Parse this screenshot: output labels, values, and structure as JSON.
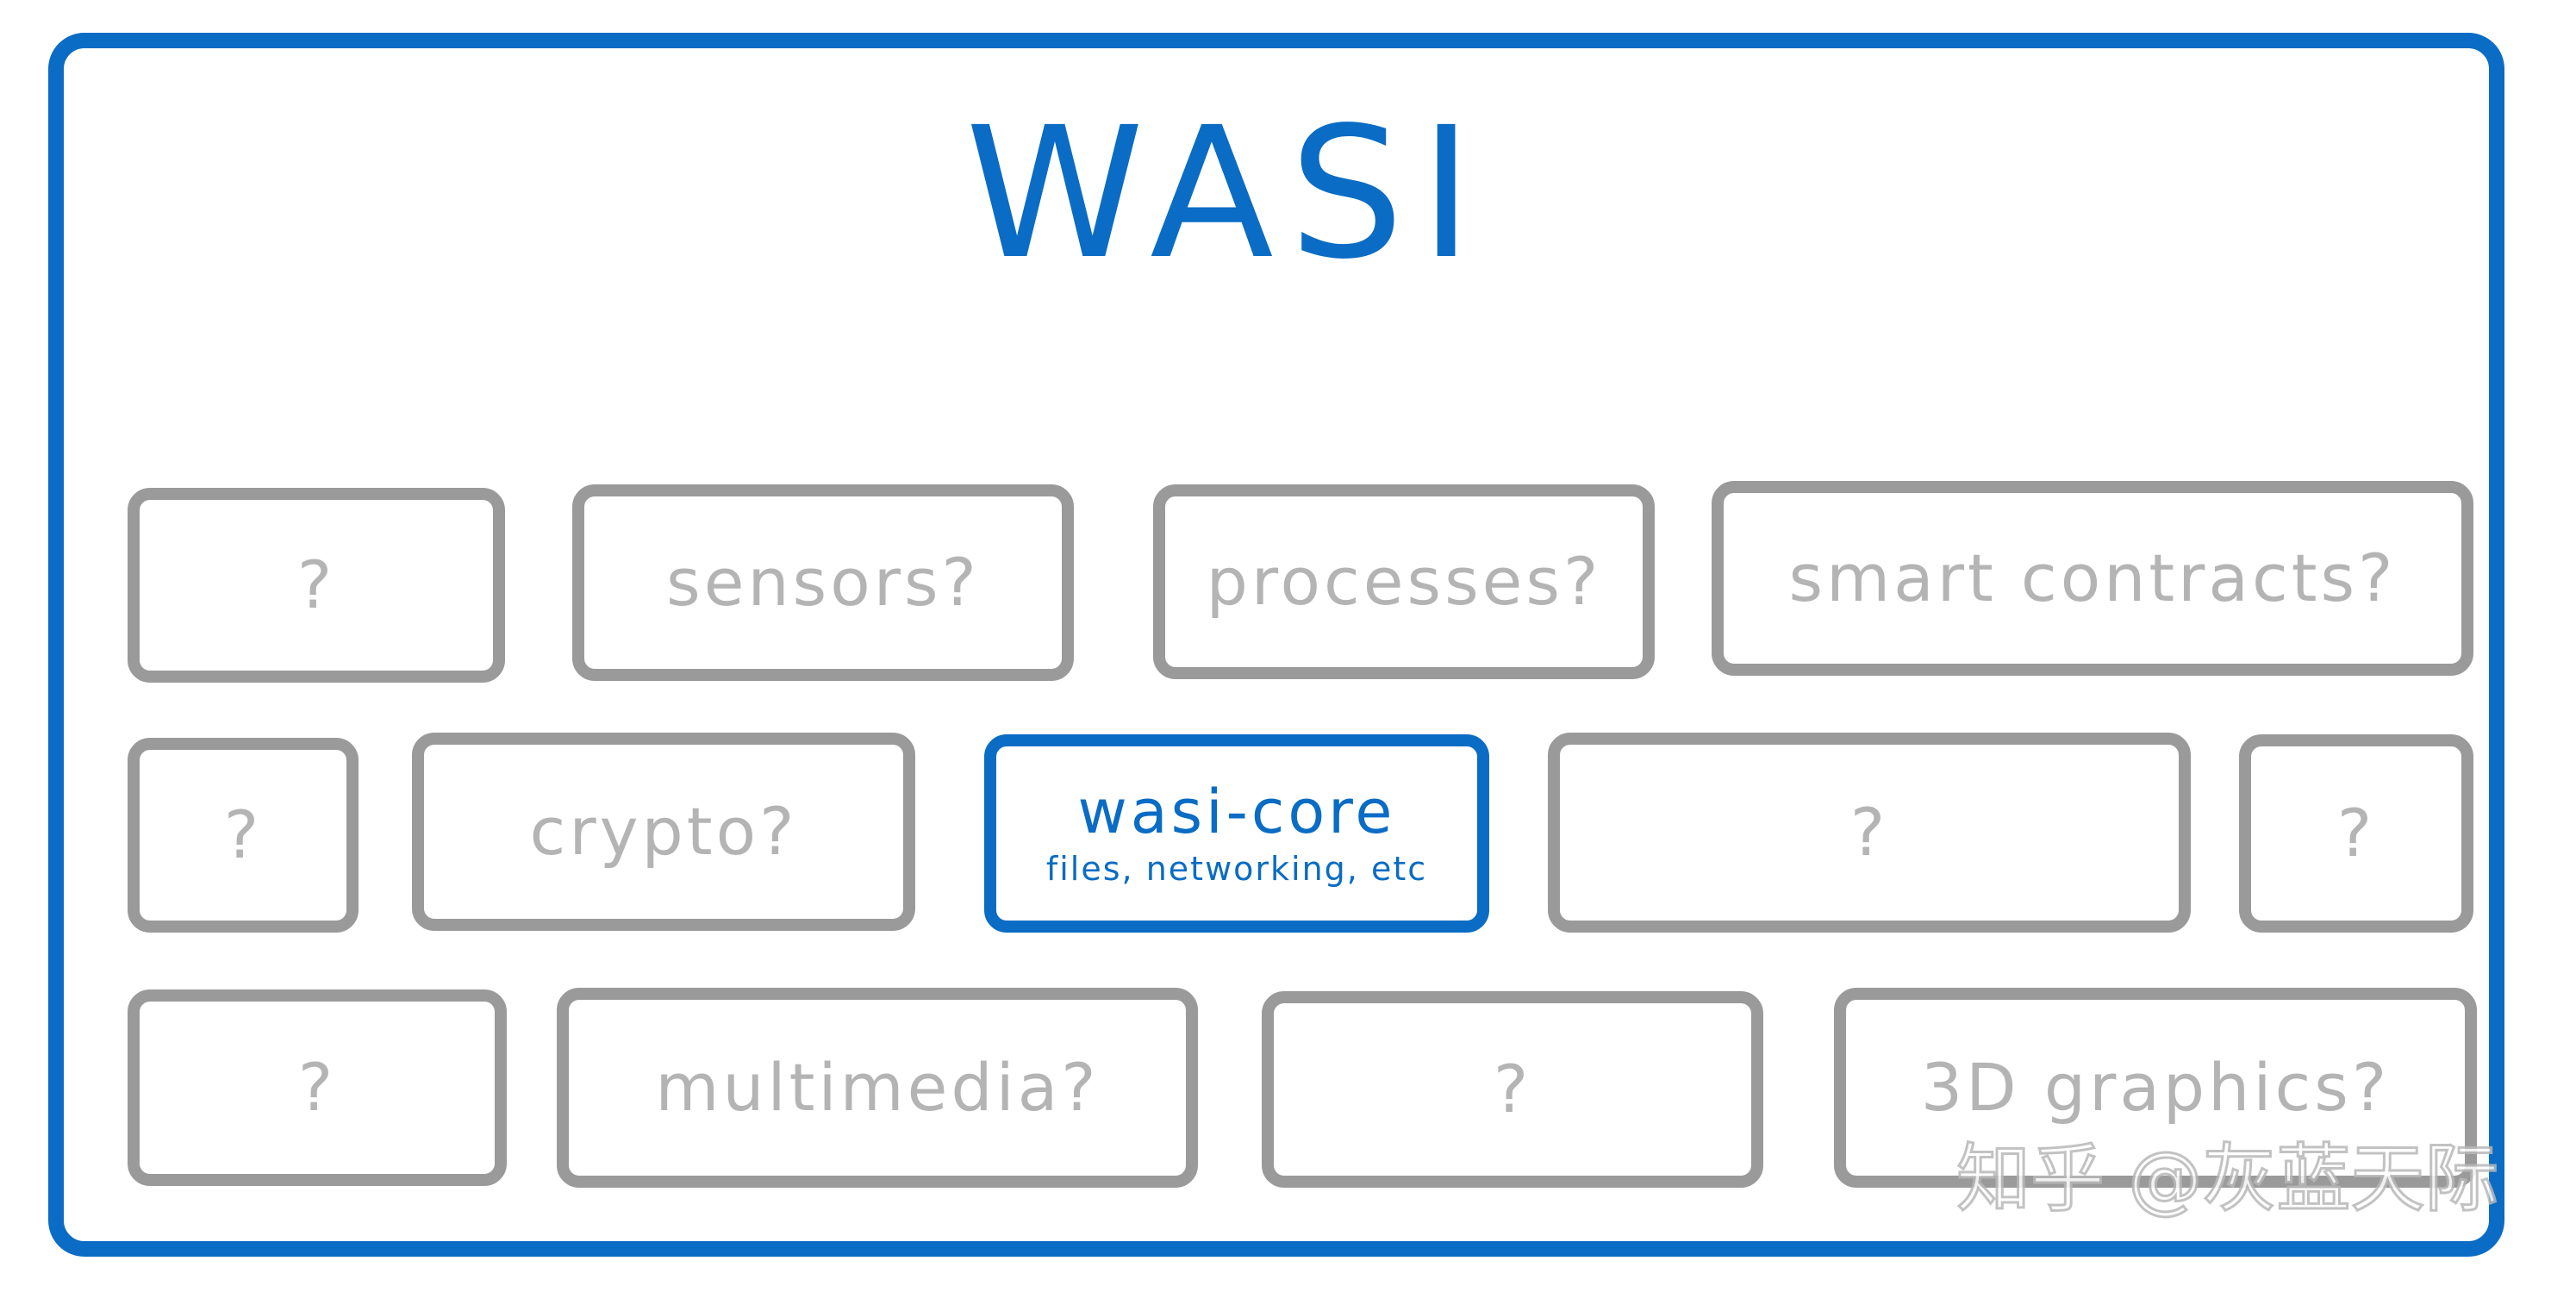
{
  "title": "WASI",
  "rows": [
    [
      {
        "label": "?"
      },
      {
        "label": "sensors?"
      },
      {
        "label": "processes?"
      },
      {
        "label": "smart contracts?"
      }
    ],
    [
      {
        "label": "?"
      },
      {
        "label": "crypto?"
      },
      {
        "label": "wasi-core",
        "sublabel": "files, networking, etc"
      },
      {
        "label": "?"
      },
      {
        "label": "?"
      }
    ],
    [
      {
        "label": "?"
      },
      {
        "label": "multimedia?"
      },
      {
        "label": "?"
      },
      {
        "label": "3D graphics?"
      }
    ]
  ],
  "watermark": "知乎 @灰蓝天际",
  "colors": {
    "accent": "#0a6cc4",
    "box_border": "#9a9a9a",
    "box_text": "#b4b4b4"
  }
}
